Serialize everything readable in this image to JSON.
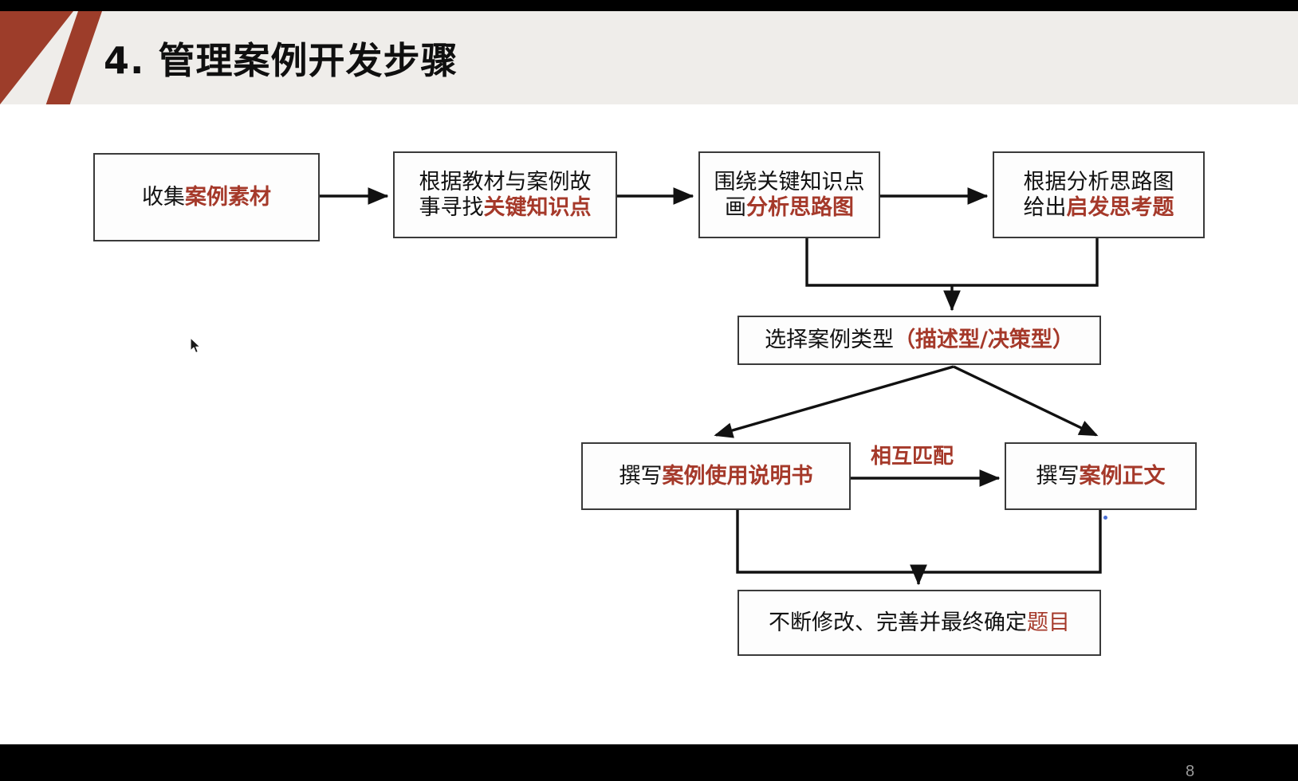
{
  "slide": {
    "header": {
      "title": "4. 管理案例开发步骤",
      "accent_color": "#9d3d2a",
      "band_color": "#efedea"
    },
    "page_number": "8",
    "highlight_color": "#a5392a",
    "text_color": "#111111"
  },
  "nodes": {
    "collect": {
      "lines": [
        {
          "plain": "收集",
          "highlight": "案例素材"
        }
      ]
    },
    "find_key": {
      "lines": [
        {
          "plain": "根据教材与案例故",
          "highlight": ""
        },
        {
          "plain": "事寻找",
          "highlight": "关键知识点"
        }
      ]
    },
    "draw_map": {
      "lines": [
        {
          "plain": "围绕关键知识点",
          "highlight": ""
        },
        {
          "plain": "画",
          "highlight": "分析思路图"
        }
      ]
    },
    "questions": {
      "lines": [
        {
          "plain": "根据分析思路图",
          "highlight": ""
        },
        {
          "plain": "给出",
          "highlight": "启发思考题"
        }
      ]
    },
    "case_type": {
      "lines": [
        {
          "plain": "选择案例类型",
          "highlight": "（描述型/决策型）"
        }
      ]
    },
    "manual": {
      "lines": [
        {
          "plain": "撰写",
          "highlight": "案例使用说明书"
        }
      ]
    },
    "body_text": {
      "lines": [
        {
          "plain": "撰写",
          "highlight": "案例正文"
        }
      ]
    },
    "finalize": {
      "lines": [
        {
          "plain": "不断修改、完善并最终确定",
          "highlight": "题目"
        }
      ]
    }
  },
  "labels": {
    "mutual_match": "相互匹配"
  },
  "connectors": [
    {
      "name": "collect-to-findkey",
      "type": "arrow-right"
    },
    {
      "name": "findkey-to-drawmap",
      "type": "arrow-right"
    },
    {
      "name": "drawmap-to-questions",
      "type": "arrow-right"
    },
    {
      "name": "drawmap-questions-merge-to-casetype",
      "type": "merge-down-arrow"
    },
    {
      "name": "casetype-split-to-manual",
      "type": "diagonal-arrow-down-left"
    },
    {
      "name": "casetype-split-to-bodytext",
      "type": "diagonal-arrow-down-right"
    },
    {
      "name": "manual-to-bodytext",
      "type": "arrow-right"
    },
    {
      "name": "manual-bodytext-merge-to-finalize",
      "type": "merge-down-arrow"
    }
  ]
}
